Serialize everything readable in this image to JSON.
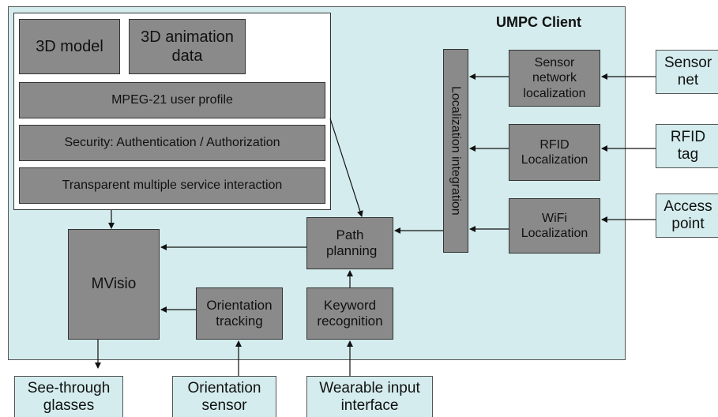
{
  "client_title": "UMPC Client",
  "boxes": {
    "model3d": "3D model",
    "animation": "3D animation data",
    "mpeg21": "MPEG-21 user profile",
    "security": "Security: Authentication / Authorization",
    "transparent": "Transparent multiple service interaction",
    "mvisio": "MVisio",
    "orientation_tracking": "Orientation tracking",
    "path_planning": "Path planning",
    "keyword_recognition": "Keyword recognition",
    "localization_integration": "Localization integration",
    "sensor_network_localization": "Sensor network localization",
    "rfid_localization": "RFID Localization",
    "wifi_localization": "WiFi Localization"
  },
  "external": {
    "sensor_net": "Sensor net",
    "rfid_tag": "RFID tag",
    "access_point": "Access point",
    "see_through_glasses": "See-through glasses",
    "orientation_sensor": "Orientation sensor",
    "wearable_input": "Wearable input interface"
  },
  "colors": {
    "client_bg": "#d4eced",
    "box_fill": "#8a8a8a",
    "panel_bg": "#ffffff"
  }
}
